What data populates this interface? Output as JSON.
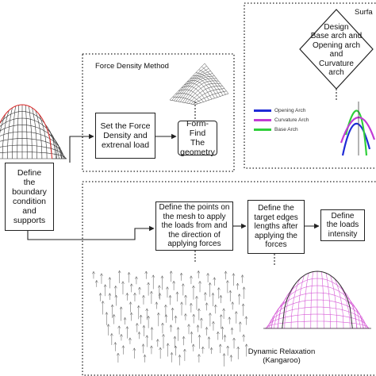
{
  "sections": {
    "surface": {
      "title": "Surfa"
    },
    "force_density": {
      "title": "Force Density Method"
    },
    "dynamic_relaxation": {
      "title": "Dynamic Relaxation\n(Kangaroo)"
    }
  },
  "boxes": {
    "boundary": "Define\nthe\nboundary\ncondition\nand\nsupports",
    "set_force": "Set the Force\nDensity and\nextrenal load",
    "form_find": "Form-Find\nThe\ngeometry",
    "design_arch": "Design\nBase arch and\nOpening arch and\nCurvature\narch",
    "define_points": "Define the points on\nthe mesh to apply\nthe loads from and\nthe direction of\napplying forces",
    "define_target": "Define the\ntarget edges\nlengths after\napplying the\nforces",
    "define_loads": "Define\nthe loads\nintensity"
  },
  "legend": [
    {
      "label": "Opening Arch",
      "color": "#1f2bd6"
    },
    {
      "label": "Curvature Arch",
      "color": "#c23bd4"
    },
    {
      "label": "Base Arch",
      "color": "#2fcf3a"
    }
  ],
  "colors": {
    "mesh_dark": "#333333",
    "mesh_pink": "#d65ad6",
    "mesh_red": "#e23030"
  }
}
